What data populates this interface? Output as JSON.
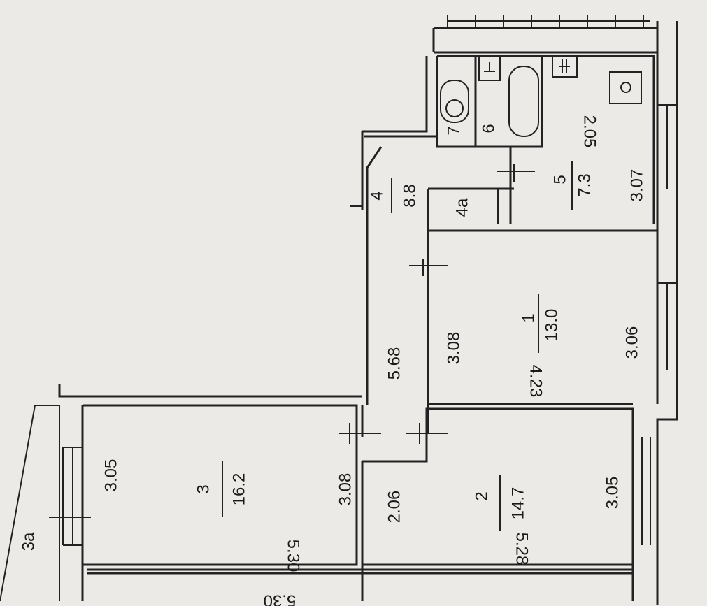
{
  "rooms": [
    {
      "number": "1",
      "area": "13.0",
      "dims": [
        "3.08",
        "3.06",
        "4.23"
      ]
    },
    {
      "number": "2",
      "area": "14.7",
      "dims": [
        "2.06",
        "3.05",
        "5.28"
      ]
    },
    {
      "number": "3",
      "area": "16.2",
      "dims": [
        "3.05",
        "3.08",
        "5.30"
      ]
    },
    {
      "number": "4",
      "area": "8.8",
      "dims": [
        "5.68"
      ]
    },
    {
      "number": "5",
      "area": "7.3",
      "dims": [
        "3.07",
        "2.05"
      ]
    },
    {
      "number": "6"
    },
    {
      "number": "7"
    },
    {
      "number": "4a"
    },
    {
      "number": "3a"
    }
  ],
  "outer_dim": "5.30"
}
